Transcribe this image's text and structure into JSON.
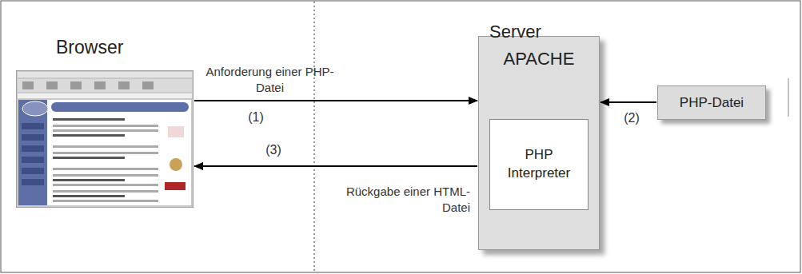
{
  "diagram": {
    "nodes": [
      {
        "text": [
          "Browser"
        ]
      },
      {
        "text": [
          "APACHE"
        ]
      },
      {
        "text": [
          "PHP Interpreter"
        ],
        "in": 1
      },
      {
        "text": [
          "PHP-Datei"
        ]
      }
    ],
    "edges": [
      {
        "from": 0,
        "to": 1,
        "arrow": "to",
        "label": "Anforderung einer PHP-Datei"
      },
      {
        "from": 3,
        "to": 1,
        "arrow": "to"
      },
      {
        "from": 1,
        "to": 0,
        "arrow": "to",
        "label": "Rückgabe einer HTML-Datei"
      }
    ],
    "labels": [
      "Server",
      "(1)",
      "(2)",
      "(3)"
    ]
  }
}
